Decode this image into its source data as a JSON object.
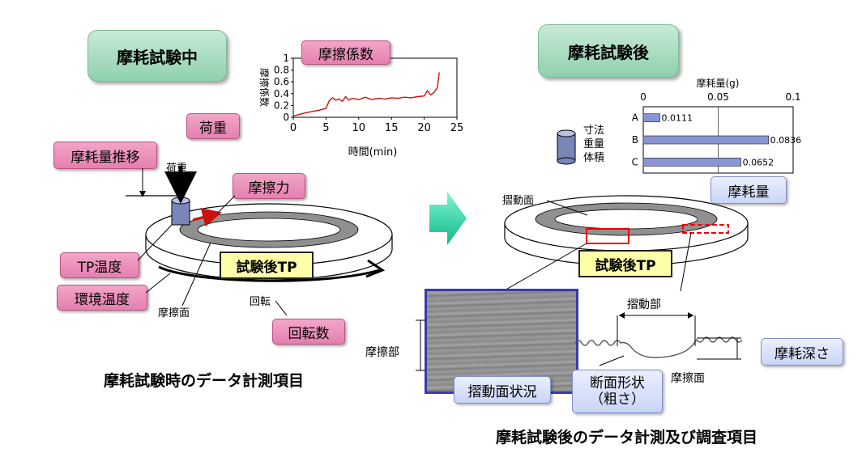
{
  "left": {
    "header": "摩耗試験中",
    "labels": {
      "load": "荷重",
      "wear_trend": "摩耗量推移",
      "friction_force": "摩擦力",
      "tp_temp": "TP温度",
      "env_temp": "環境温度",
      "rotation_count": "回転数",
      "test_tp": "試験後TP",
      "load_small": "荷重",
      "friction_surface": "摩擦面",
      "rotation": "回転"
    },
    "chart_title": "摩擦係数",
    "caption": "摩耗試験時のデータ計測項目"
  },
  "right": {
    "header": "摩耗試験後",
    "legend": [
      "寸法",
      "重量",
      "体積"
    ],
    "wear_label": "摩耗量",
    "sliding_surface": "摺動面",
    "test_tp": "試験後TP",
    "sliding_part": "摺動部",
    "friction_part": "摩擦部",
    "wear_depth": "摩耗深さ",
    "sliding_condition": "摺動面状況",
    "section_shape": "断面形状",
    "roughness": "（粗さ）",
    "friction_surface": "摩擦面",
    "caption": "摩耗試験後のデータ計測及び調査項目"
  },
  "colors": {
    "header_green": "#8fd1ad",
    "pink": "#e57fb0",
    "blue": "#c9d5f7",
    "yellow": "#ffffa8",
    "trace_red": "#cc1111",
    "bar_fill": "#8a95d6"
  },
  "chart_data": [
    {
      "type": "line",
      "title": "",
      "xlabel": "時間(min)",
      "ylabel": "摩擦係数",
      "xlim": [
        0,
        25
      ],
      "ylim": [
        0,
        1
      ],
      "xticks": [
        "0",
        "5",
        "10",
        "15",
        "20",
        "25"
      ],
      "yticks": [
        "0",
        "0.2",
        "0.4",
        "0.6",
        "0.8",
        "1"
      ],
      "series": [
        {
          "x": [
            0,
            1,
            2,
            3,
            4,
            5,
            5.5,
            6,
            6.5,
            7,
            7.5,
            8,
            8.5,
            9,
            10,
            11,
            12,
            13,
            14,
            15,
            16,
            17,
            18,
            19,
            20,
            20.5,
            21,
            21.5,
            22,
            22.3
          ],
          "y": [
            0.02,
            0.05,
            0.08,
            0.1,
            0.12,
            0.15,
            0.28,
            0.33,
            0.29,
            0.31,
            0.27,
            0.35,
            0.29,
            0.32,
            0.3,
            0.34,
            0.3,
            0.32,
            0.31,
            0.33,
            0.32,
            0.34,
            0.33,
            0.35,
            0.36,
            0.45,
            0.38,
            0.42,
            0.5,
            0.76
          ]
        }
      ]
    },
    {
      "type": "bar",
      "title": "",
      "xlabel": "摩耗量(g)",
      "categories": [
        "A",
        "B",
        "C"
      ],
      "values": [
        0.0111,
        0.0836,
        0.0652
      ],
      "value_labels": [
        "0.0111",
        "0.0836",
        "0.0652"
      ],
      "xlim": [
        0,
        0.1
      ],
      "xticks": [
        "0",
        "0.05",
        "0.1"
      ]
    }
  ]
}
